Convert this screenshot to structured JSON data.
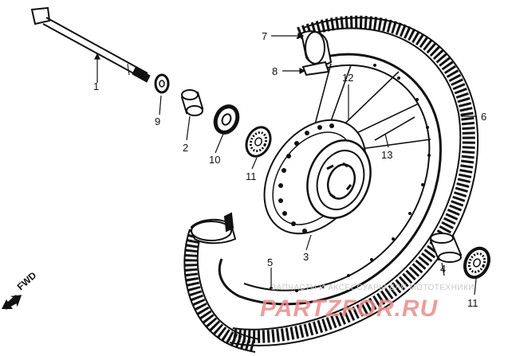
{
  "callouts": {
    "p1": "1",
    "p2": "2",
    "p3": "3",
    "p4": "4",
    "p5": "5",
    "p6": "6",
    "p7": "7",
    "p8": "8",
    "p9": "9",
    "p10": "10",
    "p11a": "11",
    "p11b": "11",
    "p12": "12",
    "p13": "13"
  },
  "direction": {
    "label": "FWD",
    "icon": "forward-arrow-icon"
  },
  "watermark": {
    "tagline": "ЗАПЧАСТИ И АКСЕССУАРЫ ДЛЯ МОТОТЕХНИКИ",
    "brand": "PARTZFOR.RU",
    "color": "#e98d8d"
  }
}
